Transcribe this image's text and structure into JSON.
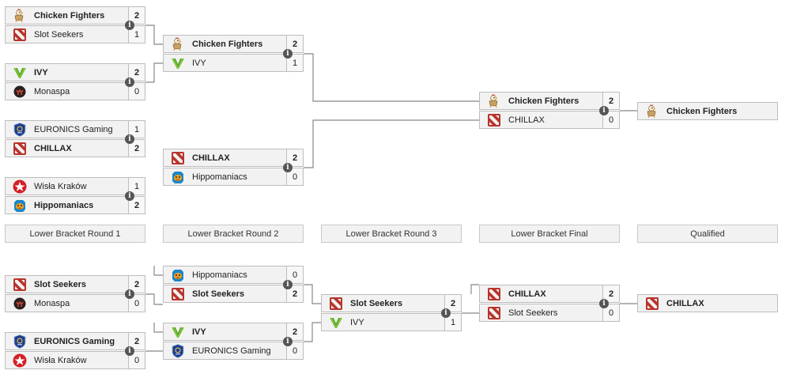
{
  "upper_matches": [
    {
      "teams": [
        {
          "name": "Chicken Fighters",
          "score": "2",
          "logo": "chicken-logo",
          "winner": true
        },
        {
          "name": "Slot Seekers",
          "score": "1",
          "logo": "dota-logo",
          "winner": false
        }
      ]
    },
    {
      "teams": [
        {
          "name": "IVY",
          "score": "2",
          "logo": "ivy-logo",
          "winner": true
        },
        {
          "name": "Monaspa",
          "score": "0",
          "logo": "monaspa-logo",
          "winner": false
        }
      ]
    },
    {
      "teams": [
        {
          "name": "EURONICS Gaming",
          "score": "1",
          "logo": "euronics-logo",
          "winner": false
        },
        {
          "name": "CHILLAX",
          "score": "2",
          "logo": "dota-logo",
          "winner": true
        }
      ]
    },
    {
      "teams": [
        {
          "name": "Wisła Kraków",
          "score": "1",
          "logo": "wisla-logo",
          "winner": false
        },
        {
          "name": "Hippomaniacs",
          "score": "2",
          "logo": "hippo-logo",
          "winner": true
        }
      ]
    },
    {
      "teams": [
        {
          "name": "Chicken Fighters",
          "score": "2",
          "logo": "chicken-logo",
          "winner": true
        },
        {
          "name": "IVY",
          "score": "1",
          "logo": "ivy-logo",
          "winner": false
        }
      ]
    },
    {
      "teams": [
        {
          "name": "CHILLAX",
          "score": "2",
          "logo": "dota-logo",
          "winner": true
        },
        {
          "name": "Hippomaniacs",
          "score": "0",
          "logo": "hippo-logo",
          "winner": false
        }
      ]
    },
    {
      "teams": [
        {
          "name": "Chicken Fighters",
          "score": "2",
          "logo": "chicken-logo",
          "winner": true
        },
        {
          "name": "CHILLAX",
          "score": "0",
          "logo": "dota-logo",
          "winner": false
        }
      ]
    }
  ],
  "upper_qualified": {
    "name": "Chicken Fighters",
    "logo": "chicken-logo"
  },
  "round_labels": [
    "Lower Bracket Round 1",
    "Lower Bracket Round 2",
    "Lower Bracket Round 3",
    "Lower Bracket Final",
    "Qualified"
  ],
  "lower_matches": [
    {
      "teams": [
        {
          "name": "Slot Seekers",
          "score": "2",
          "logo": "dota-logo",
          "winner": true
        },
        {
          "name": "Monaspa",
          "score": "0",
          "logo": "monaspa-logo",
          "winner": false
        }
      ]
    },
    {
      "teams": [
        {
          "name": "EURONICS Gaming",
          "score": "2",
          "logo": "euronics-logo",
          "winner": true
        },
        {
          "name": "Wisła Kraków",
          "score": "0",
          "logo": "wisla-logo",
          "winner": false
        }
      ]
    },
    {
      "teams": [
        {
          "name": "Hippomaniacs",
          "score": "0",
          "logo": "hippo-logo",
          "winner": false
        },
        {
          "name": "Slot Seekers",
          "score": "2",
          "logo": "dota-logo",
          "winner": true
        }
      ]
    },
    {
      "teams": [
        {
          "name": "IVY",
          "score": "2",
          "logo": "ivy-logo",
          "winner": true
        },
        {
          "name": "EURONICS Gaming",
          "score": "0",
          "logo": "euronics-logo",
          "winner": false
        }
      ]
    },
    {
      "teams": [
        {
          "name": "Slot Seekers",
          "score": "2",
          "logo": "dota-logo",
          "winner": true
        },
        {
          "name": "IVY",
          "score": "1",
          "logo": "ivy-logo",
          "winner": false
        }
      ]
    },
    {
      "teams": [
        {
          "name": "CHILLAX",
          "score": "2",
          "logo": "dota-logo",
          "winner": true
        },
        {
          "name": "Slot Seekers",
          "score": "0",
          "logo": "dota-logo",
          "winner": false
        }
      ]
    }
  ],
  "lower_qualified": {
    "name": "CHILLAX",
    "logo": "dota-logo"
  },
  "info_glyph": "i",
  "colors": {
    "cell_bg": "#f2f2f2",
    "border": "#bdbdbd",
    "line": "#888888",
    "info_bg": "#555555"
  }
}
